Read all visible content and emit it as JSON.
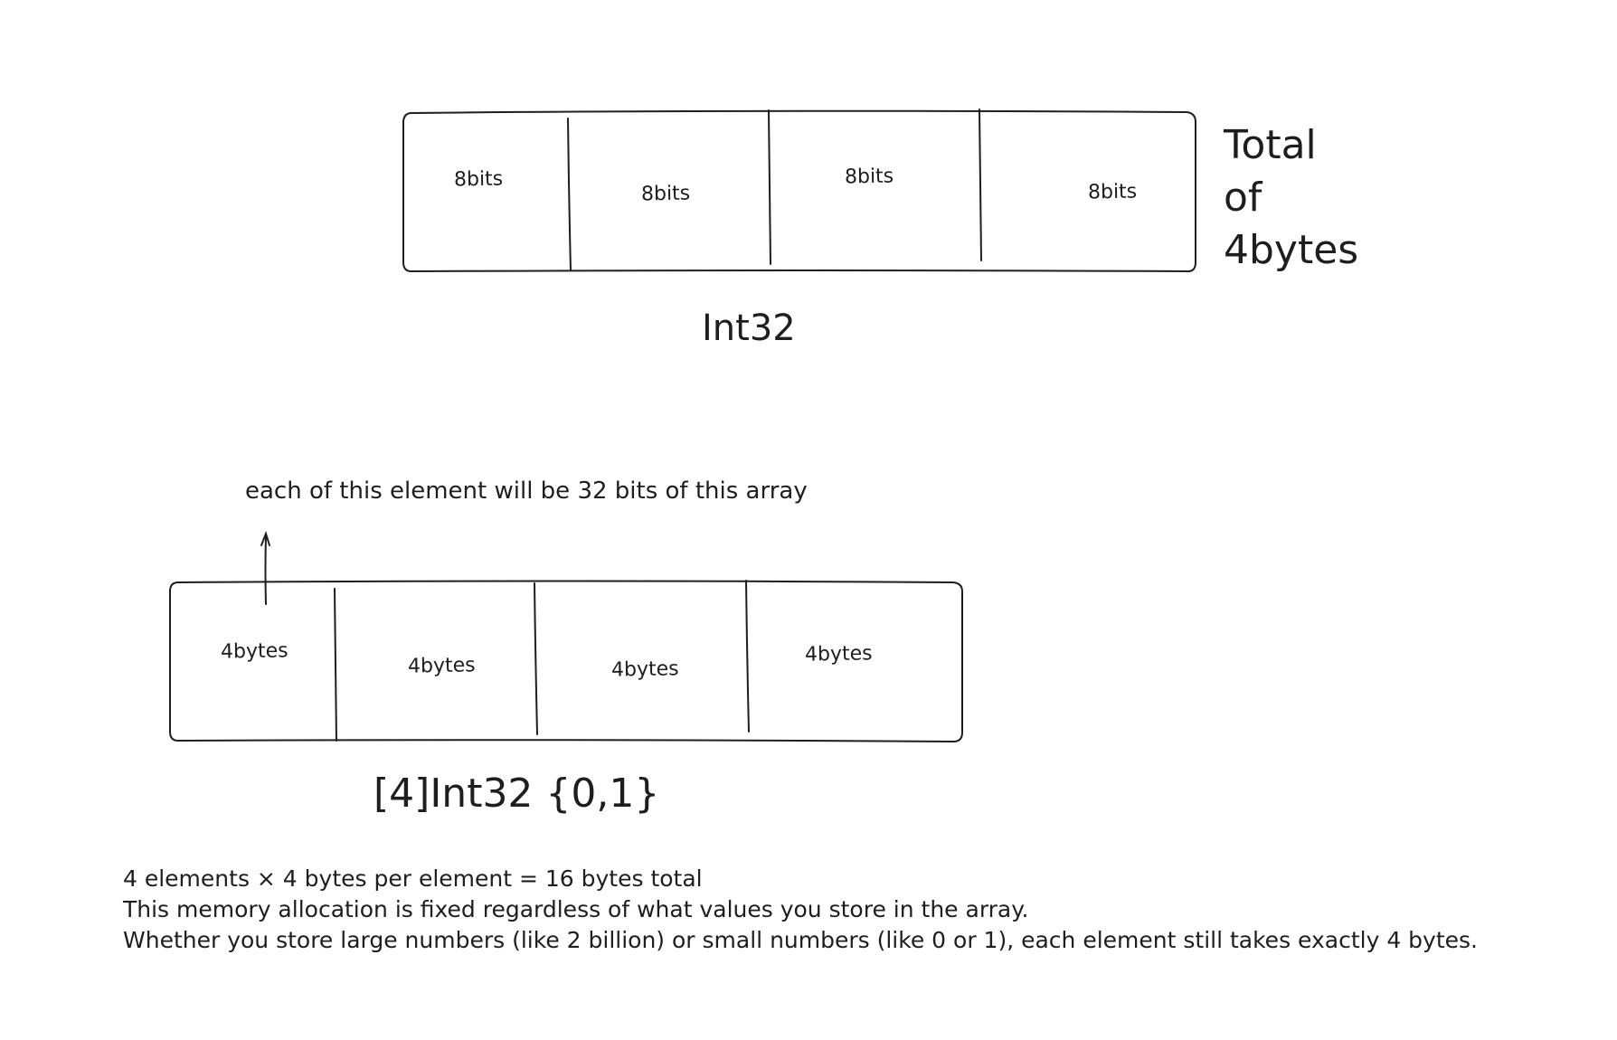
{
  "int32_diagram": {
    "cells": [
      "8bits",
      "8bits",
      "8bits",
      "8bits"
    ],
    "total": [
      "Total",
      "of",
      "4bytes"
    ],
    "title": "Int32"
  },
  "array_diagram": {
    "annotation": "each of this element will be 32 bits of this array",
    "cells": [
      "4bytes",
      "4bytes",
      "4bytes",
      "4bytes"
    ],
    "title": "[4]Int32 {0,1}"
  },
  "notes": [
    "4 elements × 4 bytes per element = 16 bytes total",
    "This memory allocation is fixed regardless of what values you store in the array.",
    "Whether you store large numbers (like 2 billion) or small numbers (like 0 or 1), each element still takes exactly 4 bytes."
  ],
  "colors": {
    "stroke": "#1e1e1e",
    "background": "#ffffff"
  }
}
